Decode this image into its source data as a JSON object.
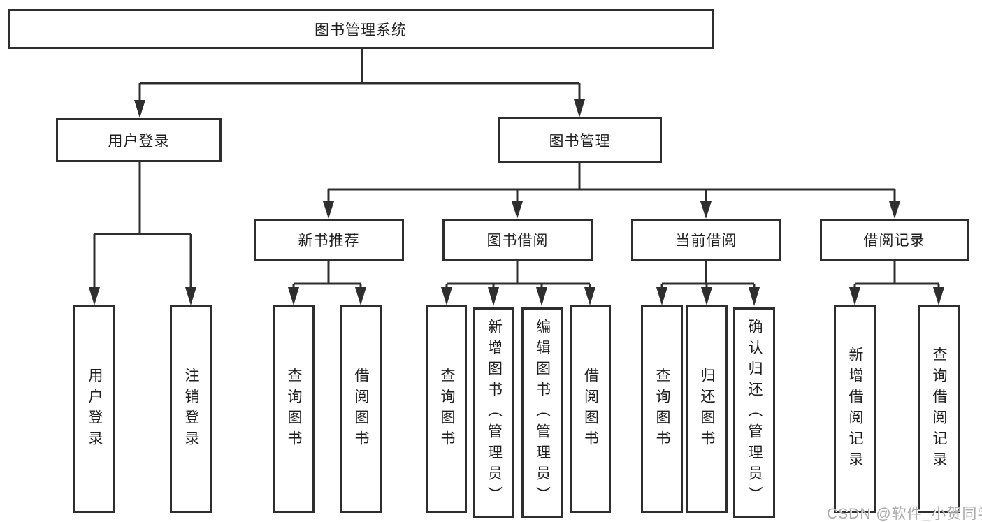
{
  "diagram_type": "hierarchy-tree",
  "tree": {
    "label": "图书管理系统",
    "children": [
      {
        "label": "用户登录",
        "children": [
          {
            "label": "用户登录"
          },
          {
            "label": "注销登录"
          }
        ]
      },
      {
        "label": "图书管理",
        "children": [
          {
            "label": "新书推荐",
            "children": [
              {
                "label": "查询图书"
              },
              {
                "label": "借阅图书"
              }
            ]
          },
          {
            "label": "图书借阅",
            "children": [
              {
                "label": "查询图书"
              },
              {
                "label": "新增图书（管理员）"
              },
              {
                "label": "编辑图书（管理员）"
              },
              {
                "label": "借阅图书"
              }
            ]
          },
          {
            "label": "当前借阅",
            "children": [
              {
                "label": "查询图书"
              },
              {
                "label": "归还图书"
              },
              {
                "label": "确认归还（管理员）"
              }
            ]
          },
          {
            "label": "借阅记录",
            "children": [
              {
                "label": "新增借阅记录"
              },
              {
                "label": "查询借阅记录"
              }
            ]
          }
        ]
      }
    ]
  },
  "watermark": "CSDN @软件_小贺同学",
  "colors": {
    "line": "#2e2e2e",
    "box_fill": "#ffffff",
    "text": "#1e1e1e",
    "watermark": "#a9a9a9",
    "background": "#ffffff"
  }
}
